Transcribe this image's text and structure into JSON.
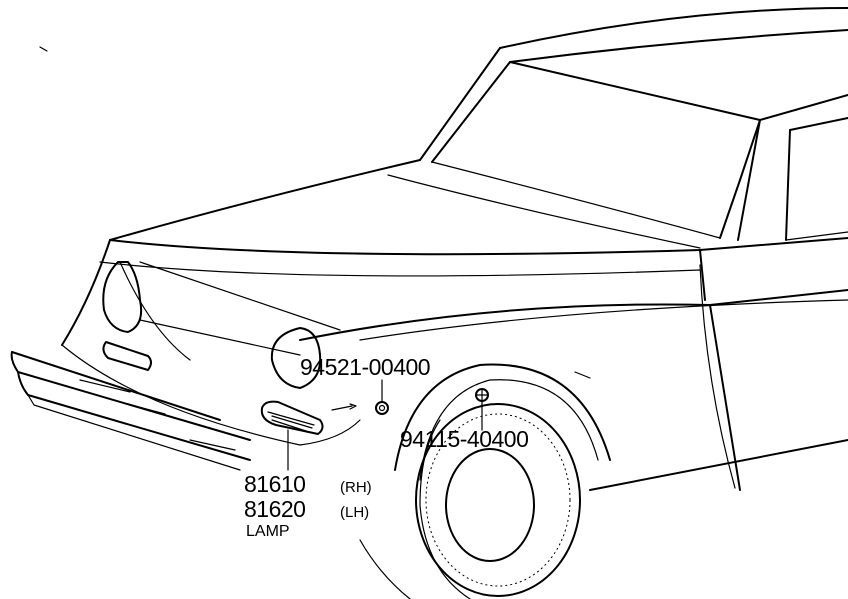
{
  "labels": {
    "nut": "94521-00400",
    "screw": "94115-40400",
    "lamp_rh_part": "81610",
    "lamp_rh_side": "(RH)",
    "lamp_lh_part": "81620",
    "lamp_lh_side": "(LH)",
    "lamp_name": "LAMP"
  },
  "colors": {
    "line": "#000000",
    "background": "#ffffff"
  }
}
